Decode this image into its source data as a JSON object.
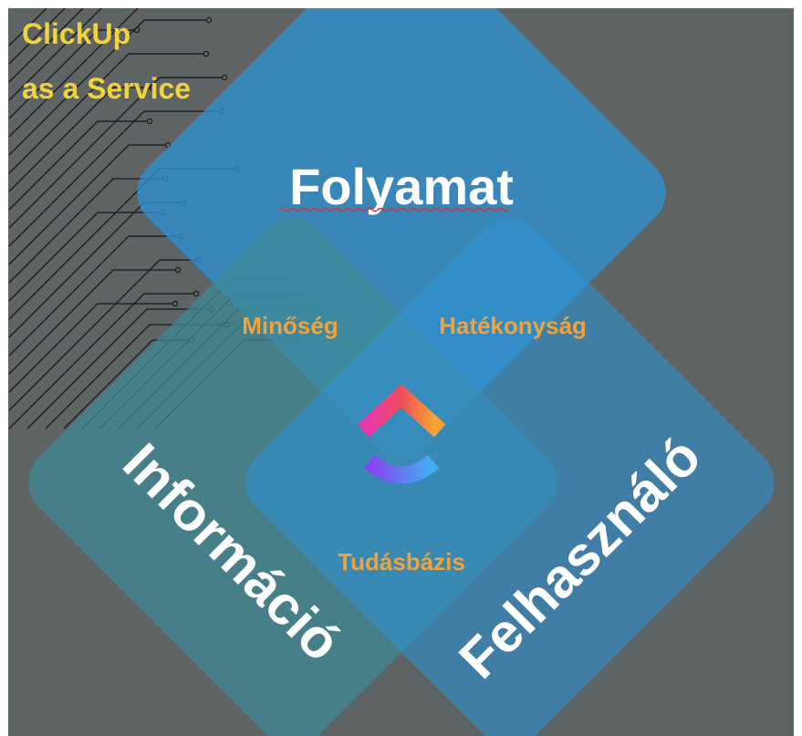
{
  "colors": {
    "background": "#5e6364",
    "border": "#ffffff",
    "diamond_blue": "#2f8fcf",
    "diamond_teal": "#3f8a96",
    "brand_text": "#f2d33a",
    "overlap_text": "#f2a23c",
    "main_text": "#ffffff",
    "circuit_lines": "#16191a"
  },
  "brand": {
    "line1": "ClickUp",
    "line2": "as a Service"
  },
  "diagram": {
    "top": "Folyamat",
    "left": "Információ",
    "right": "Felhasználó",
    "overlap_left": "Minőség",
    "overlap_right": "Hatékonyság",
    "overlap_bottom": "Tudásbázis",
    "logo": "clickup-logo-icon"
  }
}
